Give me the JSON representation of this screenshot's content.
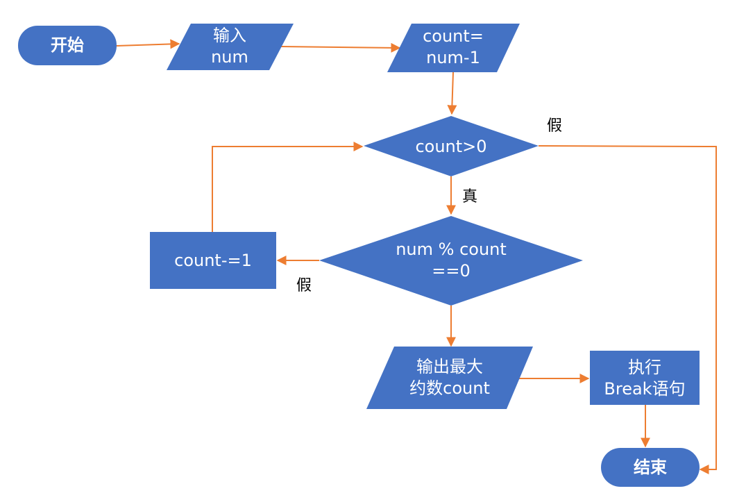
{
  "nodes": {
    "start": "开始",
    "input": [
      "输入",
      "num"
    ],
    "init": [
      "count=",
      "num-1"
    ],
    "cond_loop": "count>0",
    "cond_mod": [
      "num % count",
      "==0"
    ],
    "decrement": "count-=1",
    "output": [
      "输出最大",
      "约数count"
    ],
    "break": [
      "执行",
      "Break语句"
    ],
    "end": "结束"
  },
  "edge_labels": {
    "loop_false": "假",
    "loop_true": "真",
    "mod_false": "假"
  },
  "colors": {
    "node_fill": "#4472C4",
    "edge": "#ED7D31",
    "node_text": "#FFFFFF",
    "edge_label_text": "#000000"
  }
}
